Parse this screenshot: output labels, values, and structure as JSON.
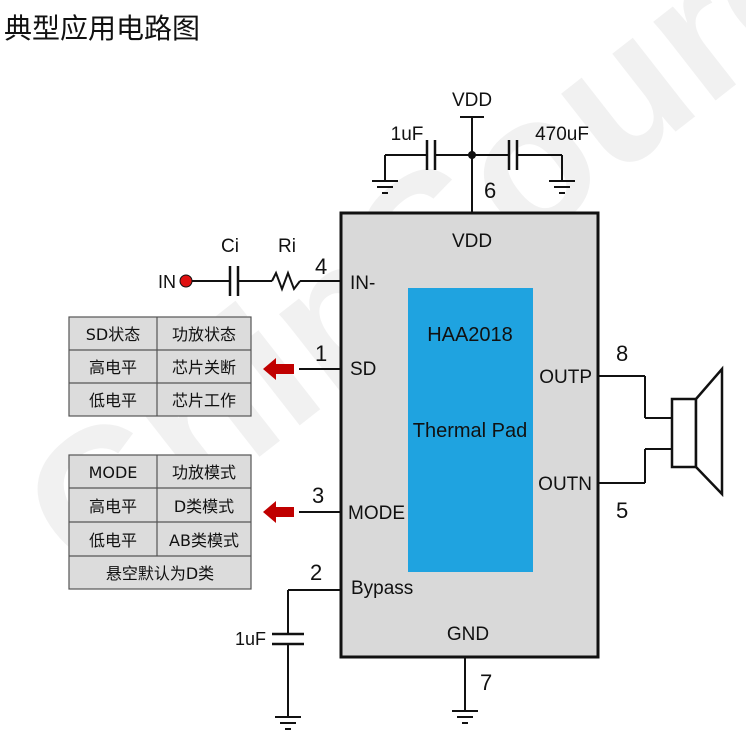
{
  "title": "典型应用电路图",
  "watermark": "ChipSourceTek",
  "colors": {
    "chip_body": "#d9d9d9",
    "thermal_pad": "#1fa3e0",
    "arrow": "#c00000",
    "table_fill": "#dcdcdc",
    "in_dot": "#e01010",
    "watermark": "#e6e6e6"
  },
  "chip": {
    "part": "HAA2018",
    "pad_label": "Thermal Pad",
    "vdd_label": "VDD",
    "gnd_label": "GND",
    "pins": {
      "in_minus": "IN-",
      "sd": "SD",
      "mode": "MODE",
      "bypass": "Bypass",
      "outp": "OUTP",
      "outn": "OUTN"
    },
    "pin_numbers": {
      "in_minus": "4",
      "sd": "1",
      "mode": "3",
      "bypass": "2",
      "outp": "8",
      "outn": "5",
      "vdd": "6",
      "gnd": "7"
    }
  },
  "supply": {
    "vdd_label": "VDD",
    "cap_left": "1uF",
    "cap_right": "470uF"
  },
  "input": {
    "in_label": "IN",
    "ci_label": "Ci",
    "ri_label": "Ri"
  },
  "bypass_cap": "1uF",
  "sd_table": {
    "rows": [
      [
        "SD状态",
        "功放状态"
      ],
      [
        "高电平",
        "芯片关断"
      ],
      [
        "低电平",
        "芯片工作"
      ]
    ]
  },
  "mode_table": {
    "rows": [
      [
        "MODE",
        "功放模式"
      ],
      [
        "高电平",
        "D类模式"
      ],
      [
        "低电平",
        "AB类模式"
      ]
    ],
    "footer": "悬空默认为D类"
  }
}
